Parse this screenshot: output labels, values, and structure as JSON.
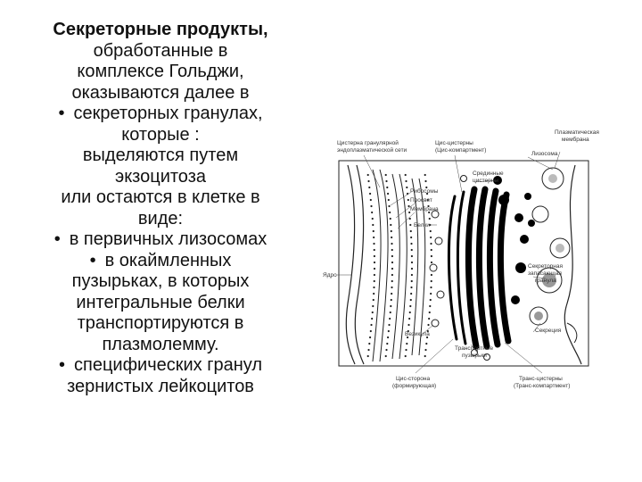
{
  "text": {
    "title_bold": "Секреторные продукты,",
    "lines": [
      "обработанные в",
      "комплексе Гольджи,",
      "оказываются далее в",
      "секреторных гранулах,",
      "которые :",
      "выделяются путем",
      "экзоцитоза",
      "или остаются в клетке в",
      "виде:",
      "в первичных лизосомах",
      "в окаймленных",
      "пузырьках, в которых",
      "интегральные белки",
      "транспортируются в",
      "плазмолемму.",
      "специфических гранул",
      "зернистых лейкоцитов"
    ]
  },
  "diagram": {
    "labels": {
      "er_cistern": [
        "Цистерна гранулярной",
        "эндоплазматической сети"
      ],
      "cis_cisterns": [
        "Цис-цистерны",
        "(Цис-компартмент)"
      ],
      "plasma_membrane": [
        "Плазматическая",
        "мембрана"
      ],
      "ribosomes": "Рибосомы",
      "lumen": "Просвет",
      "membrane": "Мембрана",
      "medial_cisterns": [
        "Срединные",
        "цистерны"
      ],
      "lysosome": "Лизосома",
      "proteins": "Белки",
      "nucleus": "Ядро",
      "secretory_granule": [
        "Секреторная",
        "запасающая",
        "гранула"
      ],
      "secretion": "Секреция",
      "vesicle": "Везикула",
      "transport_vesicles": [
        "Транспортные",
        "пузырьки"
      ],
      "cis_side": [
        "Цис-сторона",
        "(формирующая)"
      ],
      "trans_cisterns": [
        "Транс-цистерны",
        "(Транс-компартмент)"
      ]
    }
  }
}
